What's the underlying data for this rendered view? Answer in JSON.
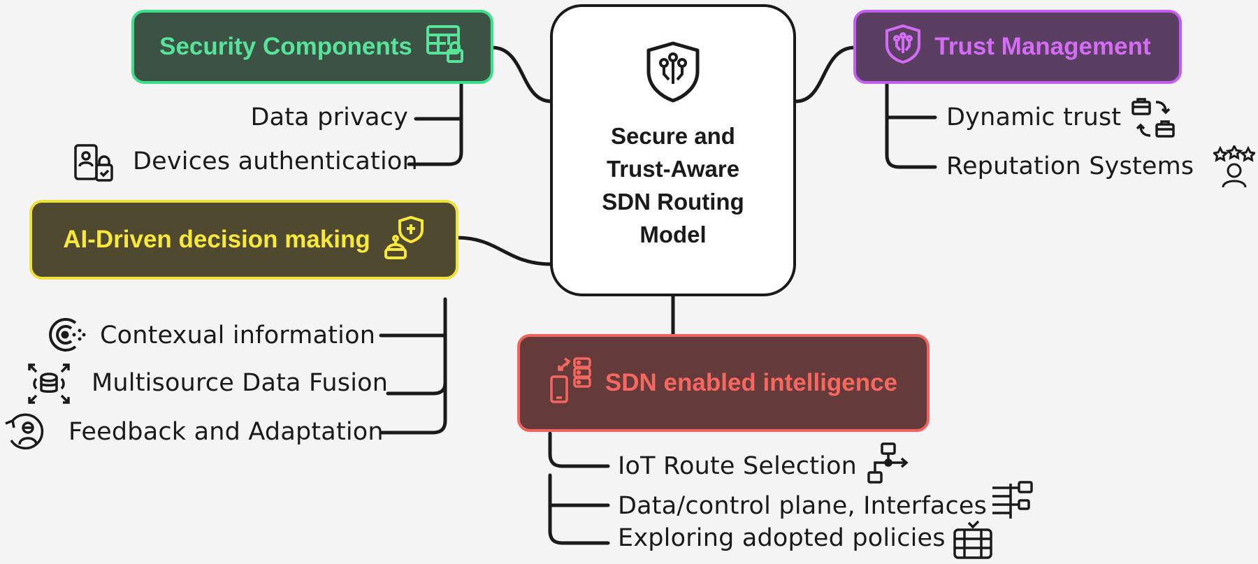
{
  "center": {
    "title_lines": [
      "Secure and",
      "Trust-Aware",
      "SDN Routing",
      "Model"
    ],
    "icon": "circuit-shield-icon"
  },
  "security": {
    "title": "Security Components",
    "icon": "table-lock-icon",
    "color_fill": "#3b5245",
    "color_border": "#3de08a",
    "color_text": "#57e39a",
    "items": [
      {
        "label": "Data privacy",
        "icon": ""
      },
      {
        "label": "Devices authentication",
        "icon": "phone-lock-icon"
      }
    ]
  },
  "trust": {
    "title": "Trust Management",
    "icon": "shield-circuit-icon",
    "color_fill": "#5a3f63",
    "color_border": "#c45df0",
    "color_text": "#d46cf5",
    "items": [
      {
        "label": "Dynamic trust",
        "icon": "briefcase-swap-icon"
      },
      {
        "label": "Reputation Systems",
        "icon": "person-stars-icon"
      }
    ]
  },
  "ai": {
    "title": "AI-Driven decision making",
    "icon": "robot-shield-icon",
    "color_fill": "#4f4a2f",
    "color_border": "#f0e23a",
    "color_text": "#f7e83b",
    "items": [
      {
        "label": "Contexual information",
        "icon": "target-dots-icon"
      },
      {
        "label": "Multisource Data Fusion",
        "icon": "database-expand-icon"
      },
      {
        "label": "Feedback and Adaptation",
        "icon": "person-refresh-icon"
      }
    ]
  },
  "sdn": {
    "title": "SDN enabled intelligence",
    "icon": "device-server-icon",
    "color_fill": "#643a3a",
    "color_border": "#f0645e",
    "color_text": "#f6675f",
    "items": [
      {
        "label": "IoT Route Selection",
        "icon": "flowchart-icon"
      },
      {
        "label": "Data/control plane, Interfaces",
        "icon": "network-tree-icon"
      },
      {
        "label": "Exploring adopted policies",
        "icon": "database-check-icon"
      }
    ]
  }
}
